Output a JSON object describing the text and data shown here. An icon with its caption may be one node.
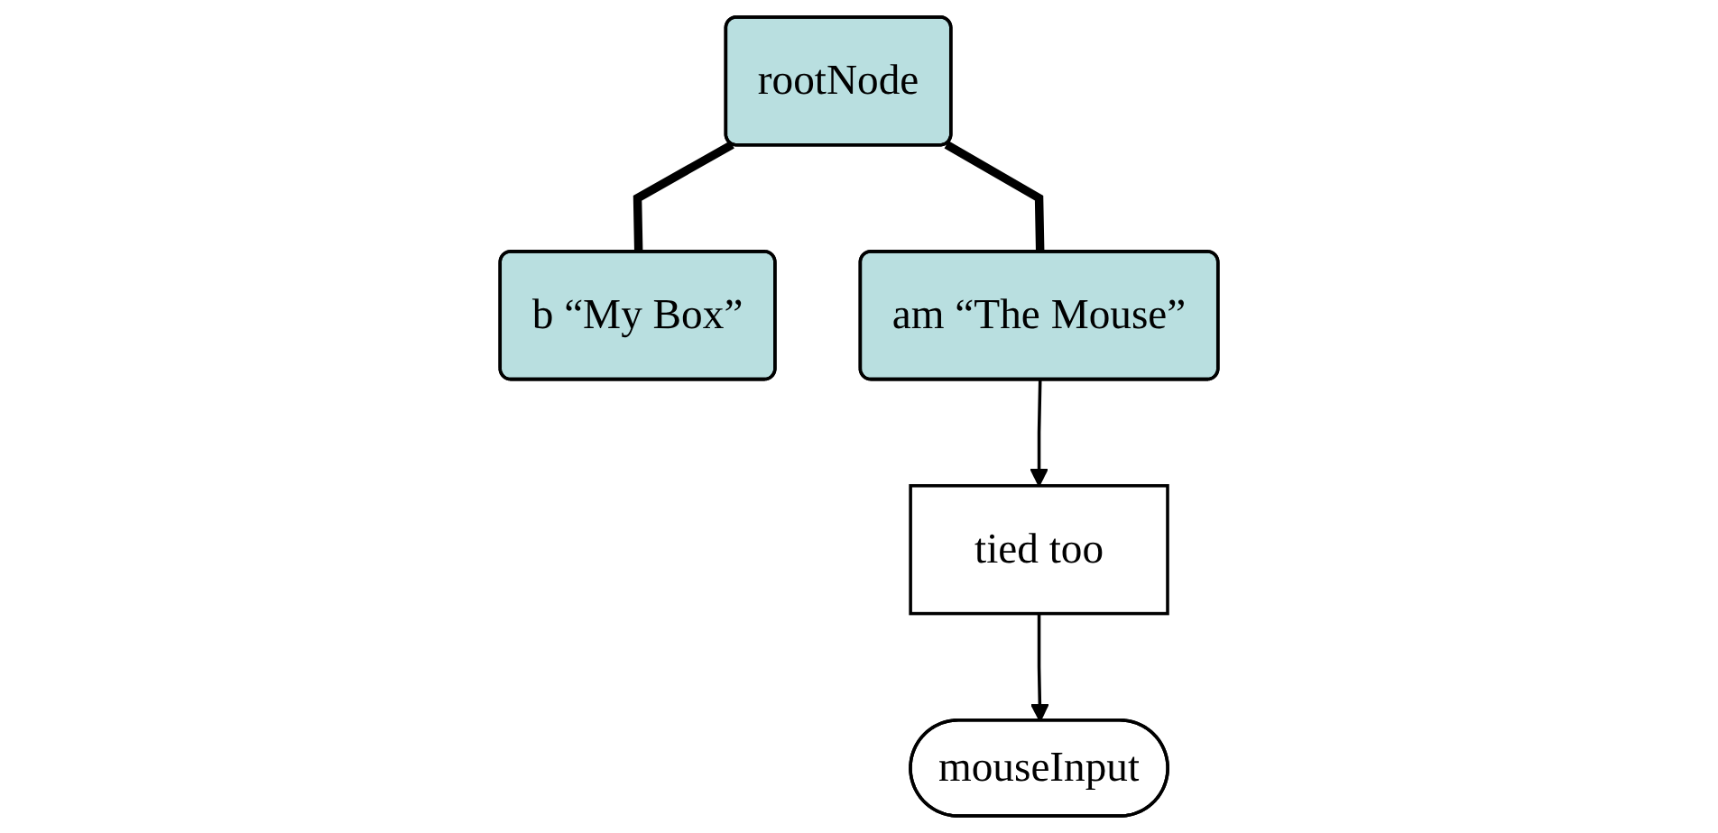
{
  "diagram": {
    "nodes": [
      {
        "text": [
          "rootNode"
        ]
      },
      {
        "text": [
          "b “My Box”"
        ]
      },
      {
        "text": [
          "am “The Mouse”"
        ]
      },
      {
        "text": [
          "tied too"
        ]
      },
      {
        "text": [
          "mouseInput"
        ]
      }
    ],
    "edges": [
      {
        "from": 0,
        "to": 1,
        "arrow": "none",
        "style": "thick"
      },
      {
        "from": 0,
        "to": 2,
        "arrow": "none",
        "style": "thick"
      },
      {
        "from": 2,
        "to": 3,
        "arrow": "to"
      },
      {
        "from": 3,
        "to": 4,
        "arrow": "to"
      }
    ]
  }
}
